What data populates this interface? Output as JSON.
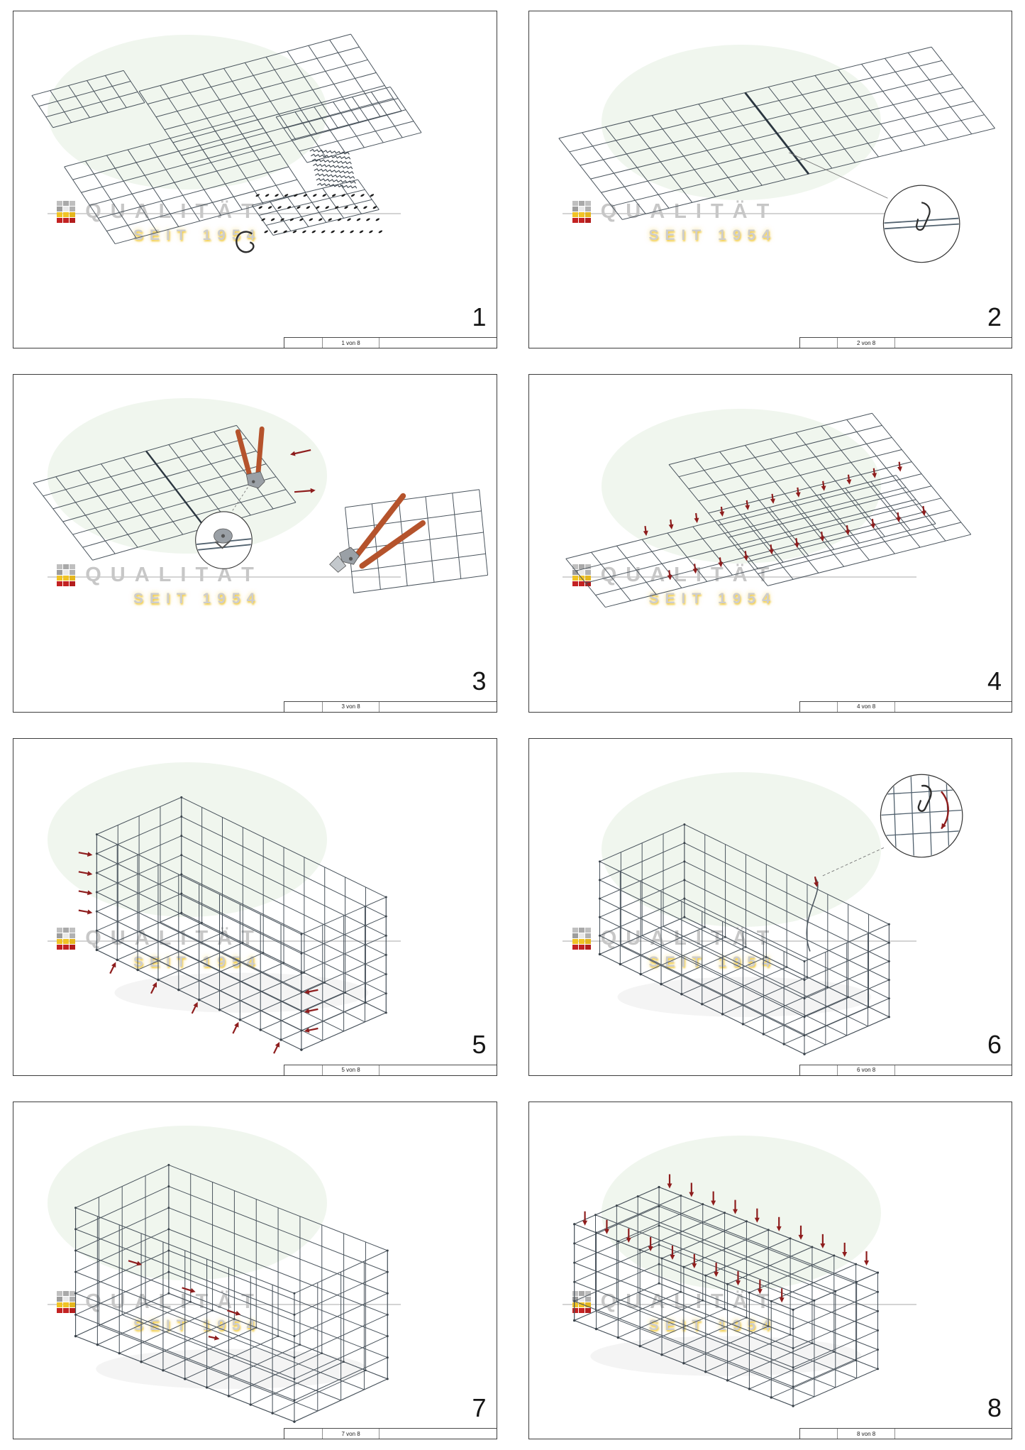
{
  "watermark": {
    "line1": "QUALITÄT",
    "line2": "SEIT 1954"
  },
  "colors": {
    "wire": "#4a545d",
    "arrow_red": "#8e1d1d",
    "plier_handle": "#b5532c",
    "plier_head": "#9aa0a6",
    "watermark_green": "#e7f0e4",
    "watermark_grey": "#c7c7c7"
  },
  "logo": {
    "rows": [
      [
        "#bfbfbf",
        "#a9a9a9",
        "#bfbfbf"
      ],
      [
        "#9d9d9d",
        "#e9e9e9",
        "#b1b1b1"
      ],
      [
        "#f0c325",
        "#f0c325",
        "#e4b61e"
      ],
      [
        "#c32222",
        "#c32222",
        "#b31d1d"
      ]
    ]
  },
  "panels": [
    {
      "number": "1",
      "sheet_label": "1 von 8"
    },
    {
      "number": "2",
      "sheet_label": "2 von 8"
    },
    {
      "number": "3",
      "sheet_label": "3 von 8"
    },
    {
      "number": "4",
      "sheet_label": "4 von 8"
    },
    {
      "number": "5",
      "sheet_label": "5 von 8"
    },
    {
      "number": "6",
      "sheet_label": "6 von 8"
    },
    {
      "number": "7",
      "sheet_label": "7 von 8"
    },
    {
      "number": "8",
      "sheet_label": "8 von 8"
    }
  ]
}
